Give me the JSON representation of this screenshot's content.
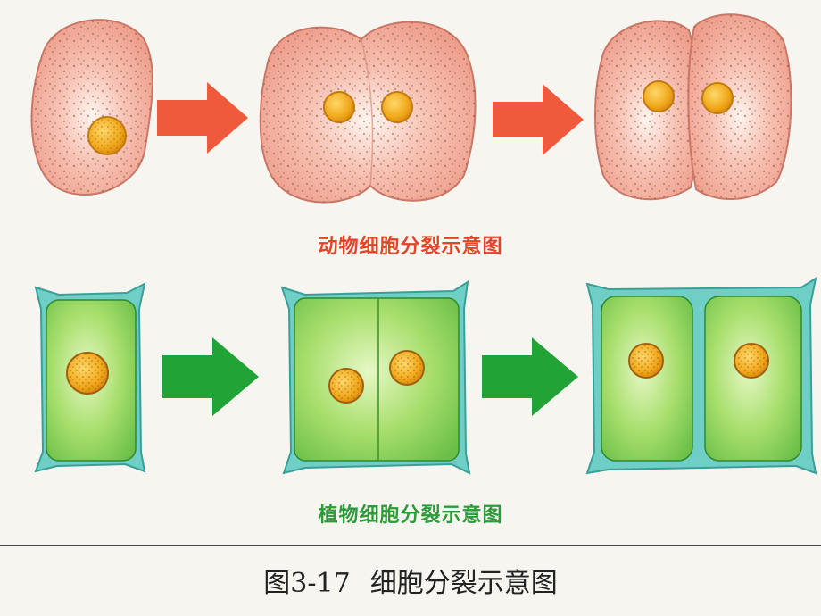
{
  "animal_row": {
    "caption": "动物细胞分裂示意图"
  },
  "plant_row": {
    "caption": "植物细胞分裂示意图"
  },
  "figure": {
    "number": "图3-17",
    "title": "细胞分裂示意图"
  },
  "colors": {
    "animal_cytoplasm": "#f2a99a",
    "animal_arrow": "#ef5a3c",
    "nucleus": "#f0a81a",
    "plant_wall": "#6fcfc6",
    "plant_cytoplasm": "#8fd45a",
    "plant_arrow": "#21a336",
    "caption_red": "#e0452a",
    "caption_green": "#2f9a3a"
  }
}
